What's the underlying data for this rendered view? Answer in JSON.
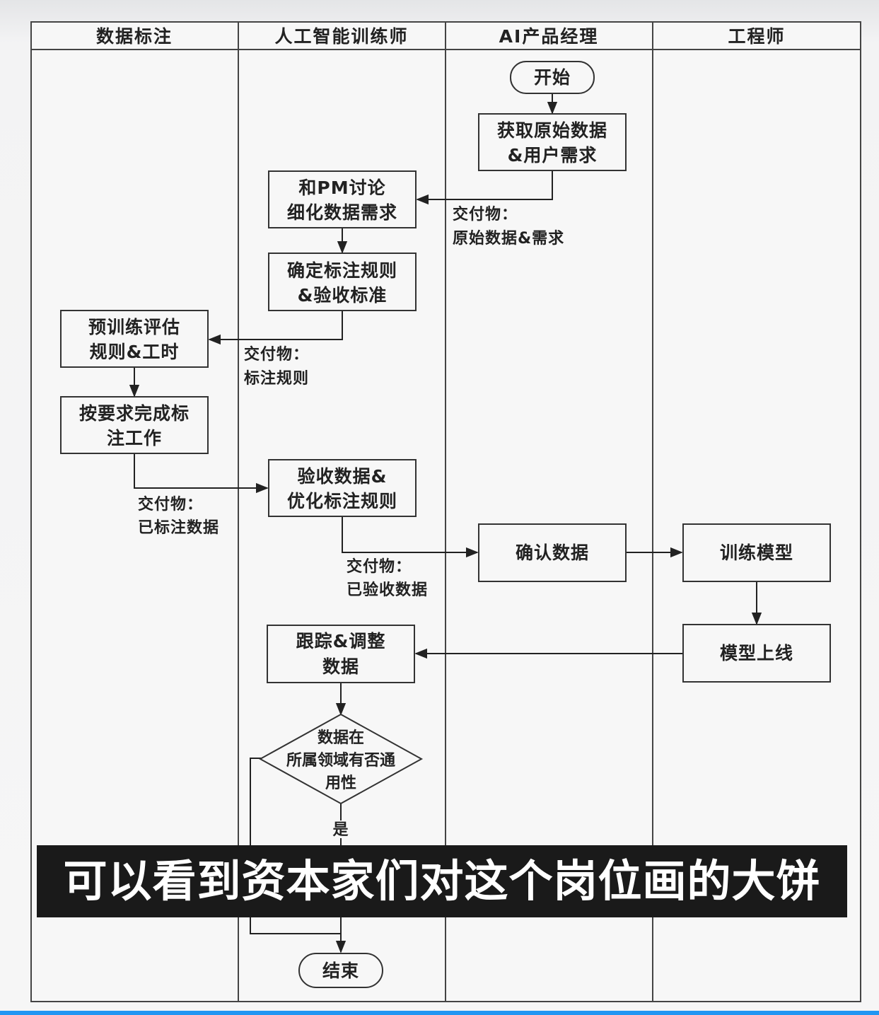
{
  "lanes": [
    "数据标注",
    "人工智能训练师",
    "AI产品经理",
    "工程师"
  ],
  "nodes": {
    "start": "开始",
    "get_data": [
      "获取原始数据",
      "&用户需求"
    ],
    "discuss_pm": [
      "和PM讨论",
      "细化数据需求"
    ],
    "rules": [
      "确定标注规则",
      "&验收标准"
    ],
    "pretrain": [
      "预训练评估",
      "规则&工时"
    ],
    "annotate": [
      "按要求完成标",
      "注工作"
    ],
    "accept": [
      "验收数据&",
      "优化标注规则"
    ],
    "confirm": "确认数据",
    "train": "训练模型",
    "deploy": "模型上线",
    "track": [
      "跟踪&调整",
      "数据"
    ],
    "decision": [
      "数据在",
      "所属领域有否通",
      "用性"
    ],
    "end": "结束"
  },
  "labels": {
    "deliver_raw": [
      "交付物：",
      "原始数据&需求"
    ],
    "deliver_rules": [
      "交付物：",
      "标注规则"
    ],
    "deliver_annotated": [
      "交付物：",
      "已标注数据"
    ],
    "deliver_accepted": [
      "交付物：",
      "已验收数据"
    ],
    "yes": "是"
  },
  "caption": "可以看到资本家们对这个岗位画的大饼"
}
